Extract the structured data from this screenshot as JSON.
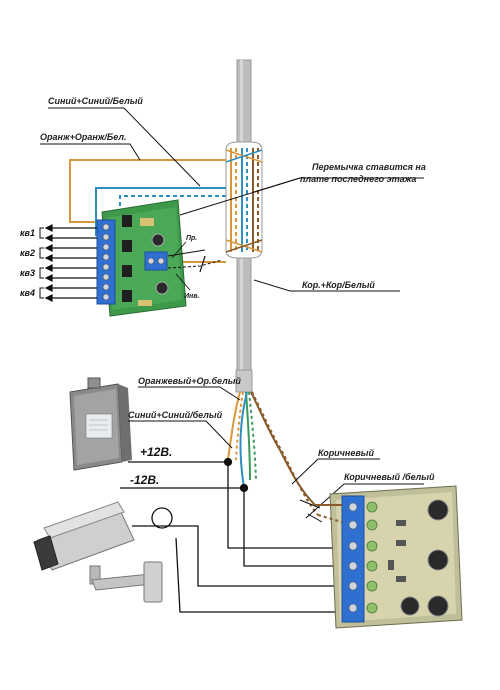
{
  "labels": {
    "blue_pair_top": "Синий+Синий/Белый",
    "orange_pair_top": "Оранж+Оранж/Бел.",
    "jumper_note_line1": "Перемычка ставится на",
    "jumper_note_line2": "плате последнего этажа",
    "pr": "Пр.",
    "inv": "Инв.",
    "brown_pair_top": "Кор.+Кор/Белый",
    "orange_pair_bottom": "Оранжевый+Ор.белый",
    "blue_pair_bottom": "Синий+Синий/белый",
    "plus12": "+12В.",
    "minus12": "-12В.",
    "brown": "Коричневый",
    "brown_white": "Коричневый /белый"
  },
  "apartments": [
    "кв1",
    "кв2",
    "кв3",
    "кв4"
  ],
  "colors": {
    "cable": "#b5b5b5",
    "orange_wire": "#d9963a",
    "blue_wire": "#2f8fc0",
    "green_wire": "#3a9a5a",
    "brown_wire": "#8a5a2a",
    "board": "#3e9a4a",
    "terminal": "#2f6fd0",
    "black_wire": "#111111"
  },
  "icons": [
    "power-adapter-icon",
    "cctv-camera-icon",
    "intercom-board-icon",
    "splitter-board-icon"
  ]
}
